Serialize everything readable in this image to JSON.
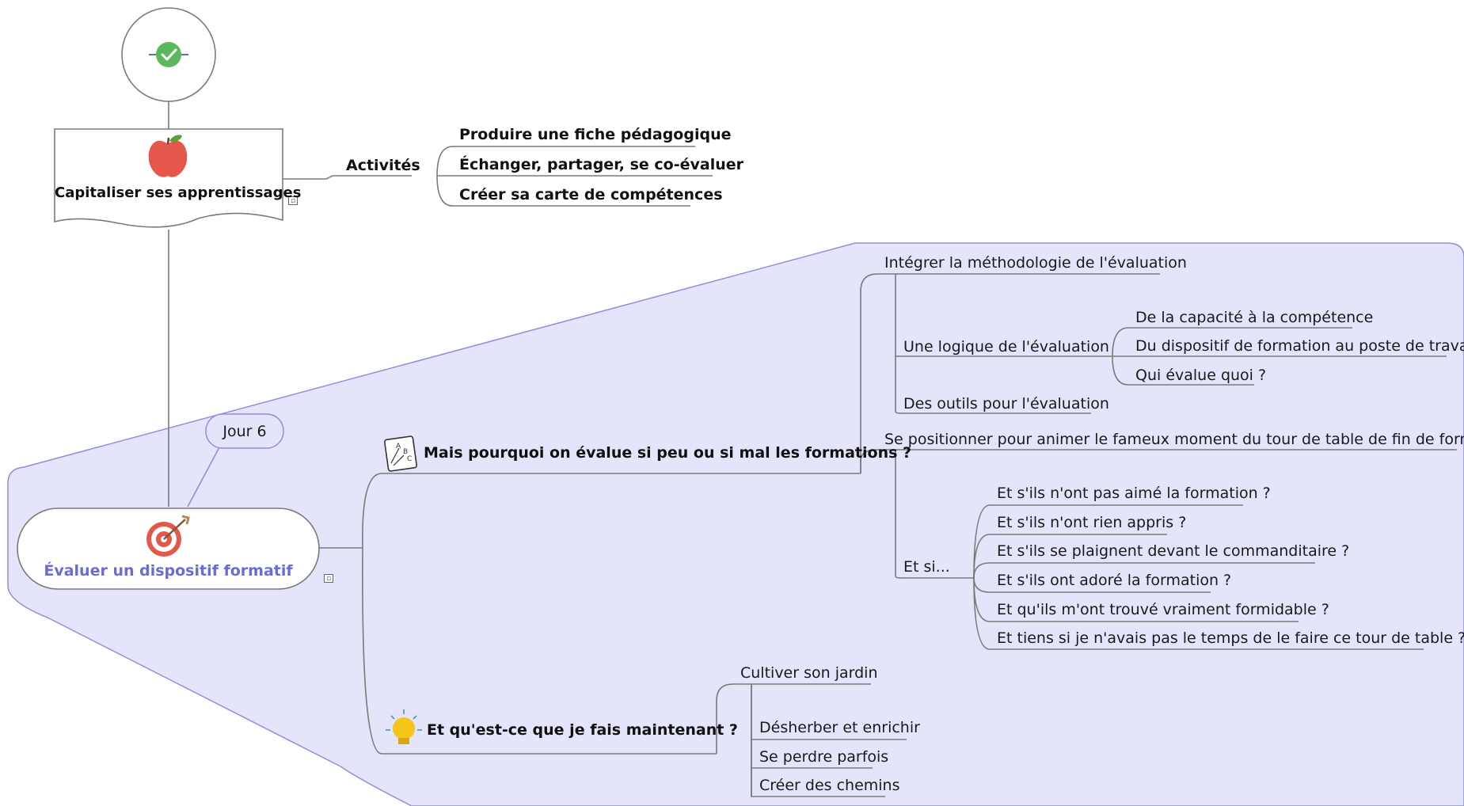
{
  "colors": {
    "line": "#7a7a7a",
    "boundary_fill": "#e4e4fb",
    "boundary_stroke": "#8f8fdc",
    "accent_title": "#6b6bd6",
    "check_green": "#5cb85c"
  },
  "top_node": {
    "icon": "check-icon"
  },
  "capitaliser": {
    "icon": "apple-icon",
    "title": "Capitaliser ses apprentissages",
    "branch_label": "Activités",
    "children": [
      "Produire une fiche pédagogique",
      "Échanger, partager, se co-évaluer",
      "Créer sa carte de compétences"
    ]
  },
  "evaluer": {
    "icon": "target-icon",
    "title": "Évaluer un dispositif formatif",
    "callout": "Jour 6"
  },
  "pourquoi": {
    "icon": "abc-notebook-icon",
    "label": "Mais pourquoi on évalue si peu ou si mal les formations ?",
    "integrer": "Intégrer la méthodologie de l'évaluation",
    "logique": "Une logique de l'évaluation",
    "logique_children": [
      "De la capacité à la compétence",
      "Du dispositif de formation au poste de travail",
      "Qui évalue quoi ?"
    ],
    "outils": "Des outils pour l'évaluation",
    "positionner": "Se positionner pour animer le fameux moment du tour de table de fin de formation",
    "etsi": "Et si...",
    "etsi_children": [
      "Et s'ils n'ont pas aimé la formation ?",
      "Et s'ils n'ont rien appris ?",
      "Et s'ils se plaignent devant le commanditaire ?",
      "Et s'ils ont adoré la formation ?",
      "Et qu'ils m'ont trouvé vraiment formidable ?",
      "Et tiens si je n'avais pas le temps de le faire ce tour de table ?"
    ]
  },
  "maintenant": {
    "icon": "lightbulb-icon",
    "label": "Et qu'est-ce que je fais maintenant ?",
    "jardin": "Cultiver son jardin",
    "jardin_children": [
      "Désherber et enrichir",
      "Se perdre parfois",
      "Créer des chemins"
    ]
  }
}
